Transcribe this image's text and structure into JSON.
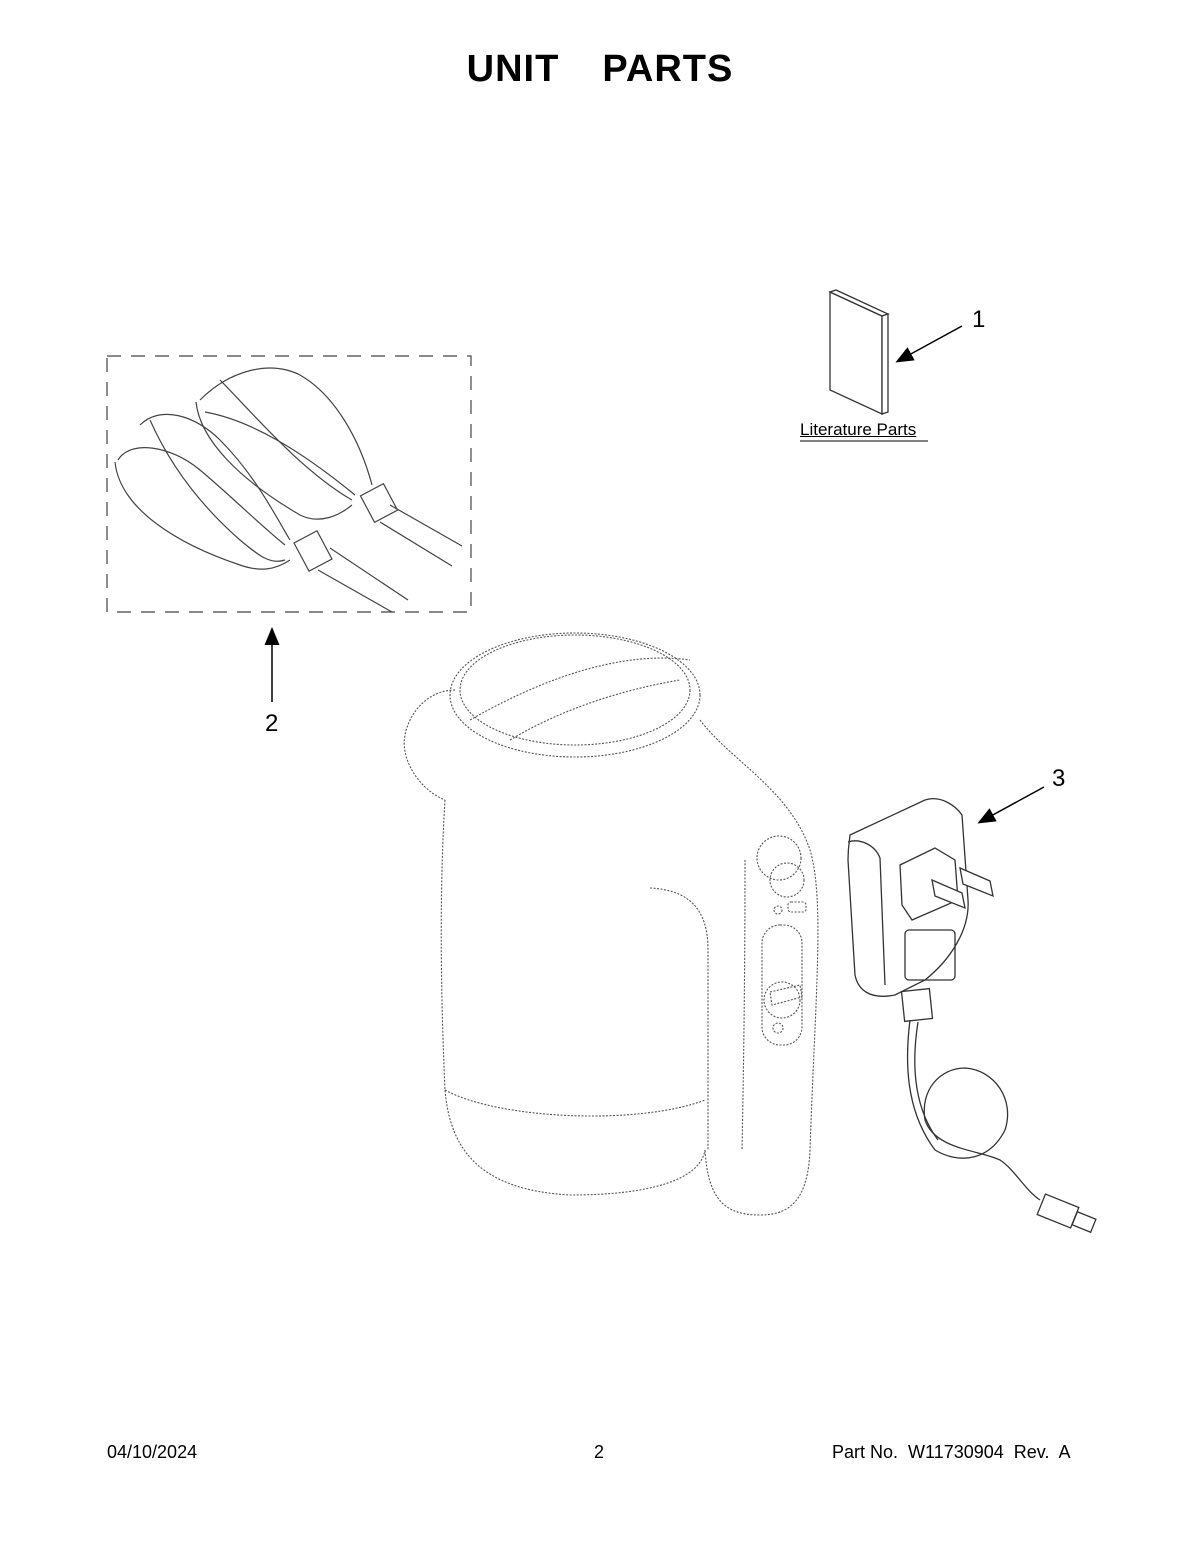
{
  "page": {
    "title": "UNIT  PARTS"
  },
  "callouts": {
    "item1": "1",
    "item2": "2",
    "item3": "3"
  },
  "labels": {
    "literature": "Literature Parts"
  },
  "footer": {
    "date": "04/10/2024",
    "page_number": "2",
    "part_info": "Part No.  W11730904  Rev.  A"
  },
  "colors": {
    "line": "#3a3a3a",
    "text": "#000000"
  }
}
